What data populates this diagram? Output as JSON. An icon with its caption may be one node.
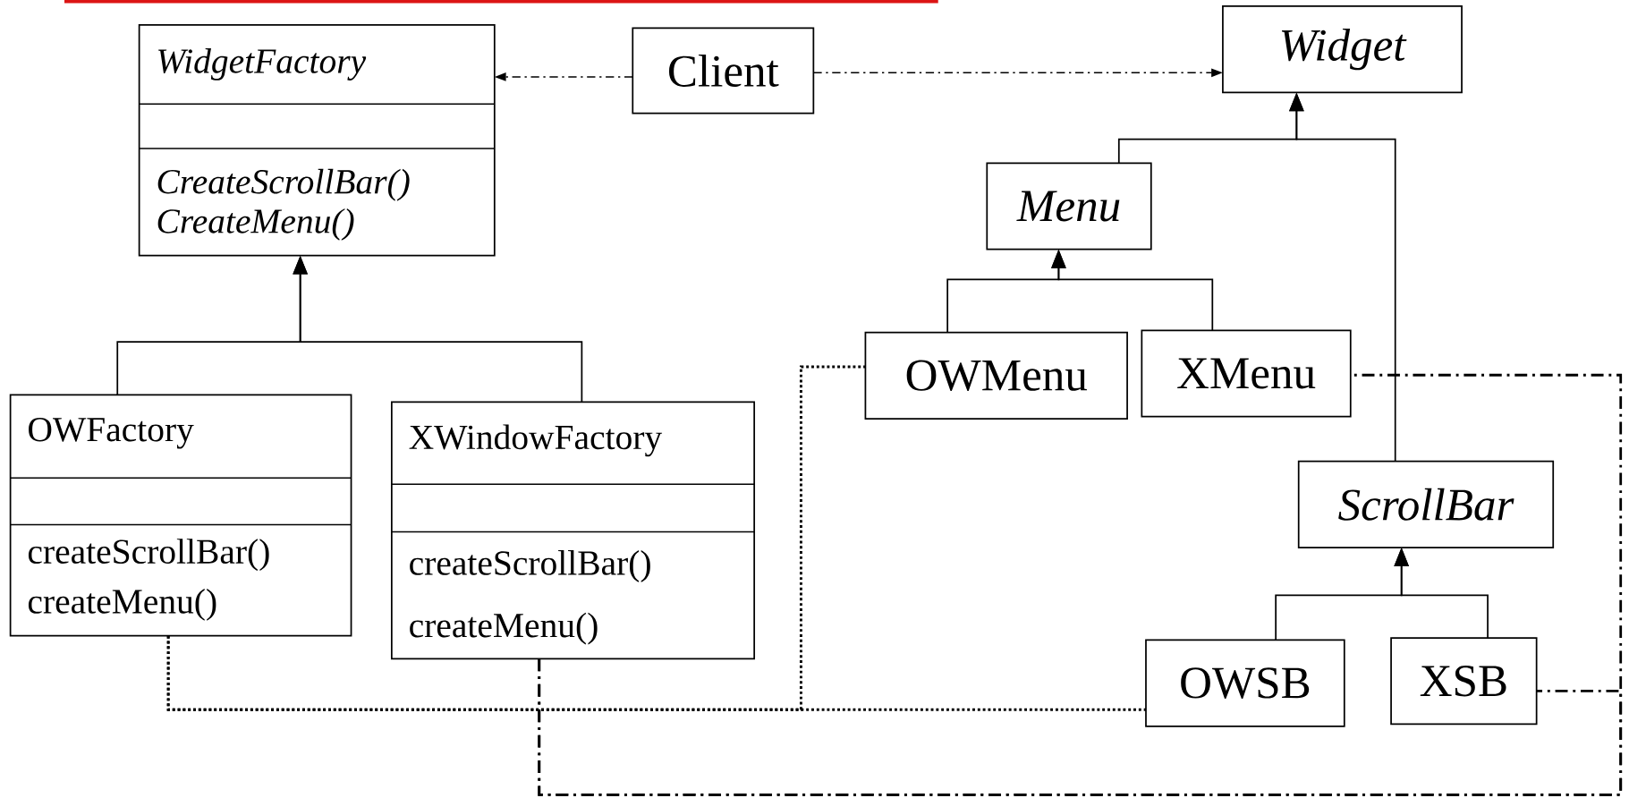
{
  "diagram": {
    "nodes": [
      {
        "text": [
          "WidgetFactory",
          "CreateScrollBar()",
          "CreateMenu()"
        ]
      },
      {
        "text": [
          "Client"
        ]
      },
      {
        "text": [
          "Widget"
        ]
      },
      {
        "text": [
          "Menu"
        ]
      },
      {
        "text": [
          "OWFactory",
          "createScrollBar()",
          "createMenu()"
        ]
      },
      {
        "text": [
          "XWindowFactory",
          "createScrollBar()",
          "createMenu()"
        ]
      },
      {
        "text": [
          "OWMenu"
        ]
      },
      {
        "text": [
          "XMenu"
        ]
      },
      {
        "text": [
          "ScrollBar"
        ]
      },
      {
        "text": [
          "OWSB"
        ]
      },
      {
        "text": [
          "XSB"
        ]
      }
    ],
    "edges": [
      {
        "from": 1,
        "to": 0,
        "arrow": "to",
        "style": "dashed"
      },
      {
        "from": 1,
        "to": 2,
        "arrow": "to",
        "style": "dashed"
      },
      {
        "from": 4,
        "to": 0,
        "arrow": "to"
      },
      {
        "from": 5,
        "to": 0,
        "arrow": "to"
      },
      {
        "from": 3,
        "to": 2,
        "arrow": "to"
      },
      {
        "from": 8,
        "to": 2,
        "arrow": "to"
      },
      {
        "from": 6,
        "to": 3,
        "arrow": "to"
      },
      {
        "from": 7,
        "to": 3,
        "arrow": "to"
      },
      {
        "from": 9,
        "to": 8,
        "arrow": "to"
      },
      {
        "from": 10,
        "to": 8,
        "arrow": "to"
      },
      {
        "from": 4,
        "to": 9,
        "arrow": "none",
        "style": "dashed"
      },
      {
        "from": 4,
        "to": 6,
        "arrow": "none",
        "style": "dashed"
      },
      {
        "from": 5,
        "to": 7,
        "arrow": "none",
        "style": "dashed"
      },
      {
        "from": 5,
        "to": 10,
        "arrow": "none",
        "style": "dashed"
      }
    ]
  }
}
